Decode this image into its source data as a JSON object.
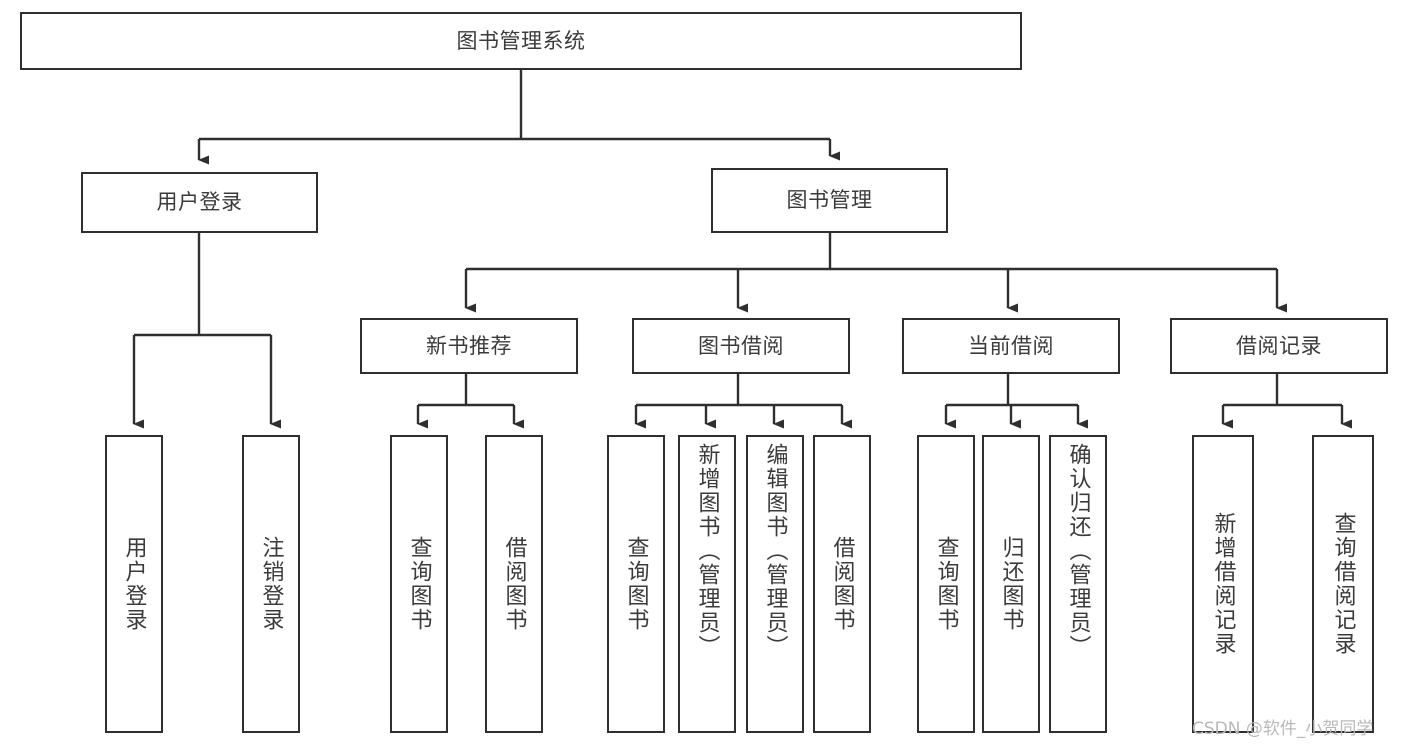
{
  "diagram": {
    "title": "图书管理系统",
    "type": "tree",
    "watermark": "CSDN @软件_小贺同学",
    "colors": {
      "box_stroke": "#2f2f2f",
      "box_fill": "#ffffff",
      "edge_stroke": "#2f2f2f",
      "text": "#3b3b3b",
      "watermark": "#b9b9b9",
      "background": "#ffffff"
    },
    "nodes": {
      "root": {
        "label": "图书管理系统"
      },
      "level1": [
        {
          "label": "用户登录"
        },
        {
          "label": "图书管理"
        }
      ],
      "level2": [
        {
          "label": "新书推荐"
        },
        {
          "label": "图书借阅"
        },
        {
          "label": "当前借阅"
        },
        {
          "label": "借阅记录"
        }
      ],
      "leaves": {
        "user_login": [
          {
            "label": "用户登录"
          },
          {
            "label": "注销登录"
          }
        ],
        "new_book_recommend": [
          {
            "label": "查询图书"
          },
          {
            "label": "借阅图书"
          }
        ],
        "book_borrow": [
          {
            "label": "查询图书"
          },
          {
            "label": "新增图书（管理员）"
          },
          {
            "label": "编辑图书（管理员）"
          },
          {
            "label": "借阅图书"
          }
        ],
        "current_borrow": [
          {
            "label": "查询图书"
          },
          {
            "label": "归还图书"
          },
          {
            "label": "确认归还（管理员）"
          }
        ],
        "borrow_record": [
          {
            "label": "新增借阅记录"
          },
          {
            "label": "查询借阅记录"
          }
        ]
      }
    }
  }
}
